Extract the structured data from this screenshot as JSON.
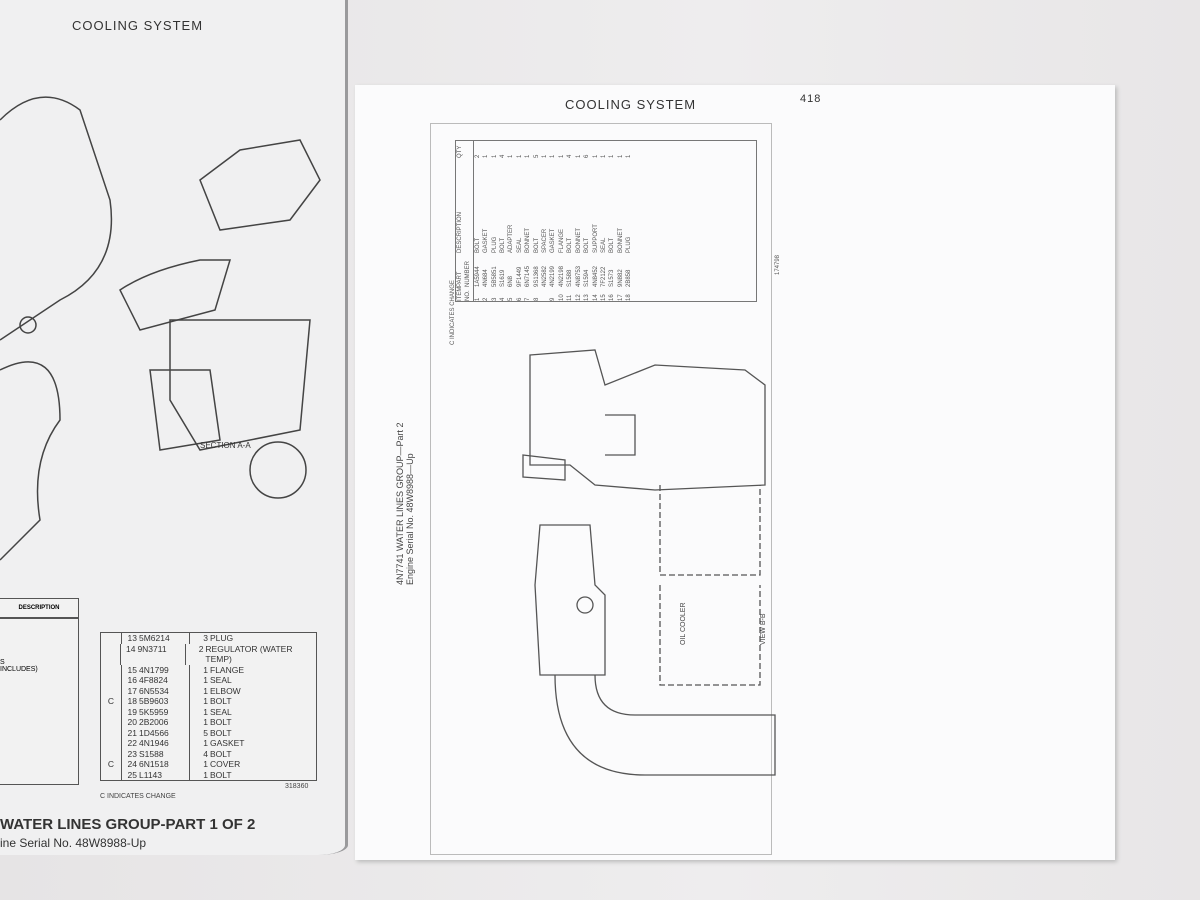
{
  "left_page": {
    "header": "COOLING SYSTEM",
    "section_label": "SECTION A-A",
    "description_header": "DESCRIPTION",
    "partial_text": [
      "S",
      "INCLUDES)"
    ],
    "parts": [
      [
        "",
        "13",
        "5M6214",
        "3",
        "PLUG"
      ],
      [
        "",
        "14",
        "9N3711",
        "2",
        "REGULATOR (WATER TEMP)"
      ],
      [
        "",
        "15",
        "4N1799",
        "1",
        "FLANGE"
      ],
      [
        "",
        "16",
        "4F8824",
        "1",
        "SEAL"
      ],
      [
        "",
        "17",
        "6N5534",
        "1",
        "ELBOW"
      ],
      [
        "C",
        "18",
        "5B9603",
        "1",
        "BOLT"
      ],
      [
        "",
        "19",
        "5K5959",
        "1",
        "SEAL"
      ],
      [
        "",
        "20",
        "2B2006",
        "1",
        "BOLT"
      ],
      [
        "",
        "21",
        "1D4566",
        "5",
        "BOLT"
      ],
      [
        "",
        "22",
        "4N1946",
        "1",
        "GASKET"
      ],
      [
        "",
        "23",
        "S1588",
        "4",
        "BOLT"
      ],
      [
        "C",
        "24",
        "6N1518",
        "1",
        "COVER"
      ],
      [
        "",
        "25",
        "L1143",
        "1",
        "BOLT"
      ]
    ],
    "ref": "318360",
    "note": "C INDICATES CHANGE",
    "title": "WATER LINES GROUP-PART 1 OF 2",
    "serial": "ine Serial No. 48W8988-Up"
  },
  "right_page": {
    "header": "COOLING SYSTEM",
    "page_number": "418",
    "title": "4N7741 WATER LINES GROUP—Part 2",
    "serial": "Engine Serial No. 48W8988—Up",
    "view_label": "VIEW B-B",
    "oil_cooler": "OIL COOLER",
    "note": "C INDICATES CHANGE",
    "ref": "174798",
    "table_headers": [
      "ITEM NO.",
      "PART NUMBER",
      "DESCRIPTION",
      "QTY"
    ],
    "parts": [
      [
        "1",
        "1A5944",
        "BOLT",
        "2"
      ],
      [
        "2",
        "4N684",
        "GASKET",
        "1"
      ],
      [
        "3",
        "5B5851",
        "PLUG",
        "1"
      ],
      [
        "4",
        "S1619",
        "BOLT",
        "4"
      ],
      [
        "5",
        "6N8",
        "ADAPTER",
        "1"
      ],
      [
        "6",
        "9F1449",
        "SEAL",
        "1"
      ],
      [
        "7",
        "6N7145",
        "BONNET",
        "1"
      ],
      [
        "8",
        "9S1368",
        "BOLT",
        "5"
      ],
      [
        "",
        "4N2582",
        "SPACER",
        "1"
      ],
      [
        "9",
        "4N2199",
        "GASKET",
        "1"
      ],
      [
        "10",
        "4N2198",
        "FLANGE",
        "1"
      ],
      [
        "11",
        "S1588",
        "BOLT",
        "4"
      ],
      [
        "12",
        "4N8753",
        "BONNET",
        "1"
      ],
      [
        "13",
        "S1594",
        "BOLT",
        "6"
      ],
      [
        "14",
        "4N8452",
        "SUPPORT",
        "1"
      ],
      [
        "15",
        "7F2122",
        "SEAL",
        "1"
      ],
      [
        "16",
        "S1573",
        "BOLT",
        "1"
      ],
      [
        "17",
        "9N882",
        "BONNET",
        "1"
      ],
      [
        "18",
        "2B858",
        "PLUG",
        "1"
      ]
    ]
  }
}
